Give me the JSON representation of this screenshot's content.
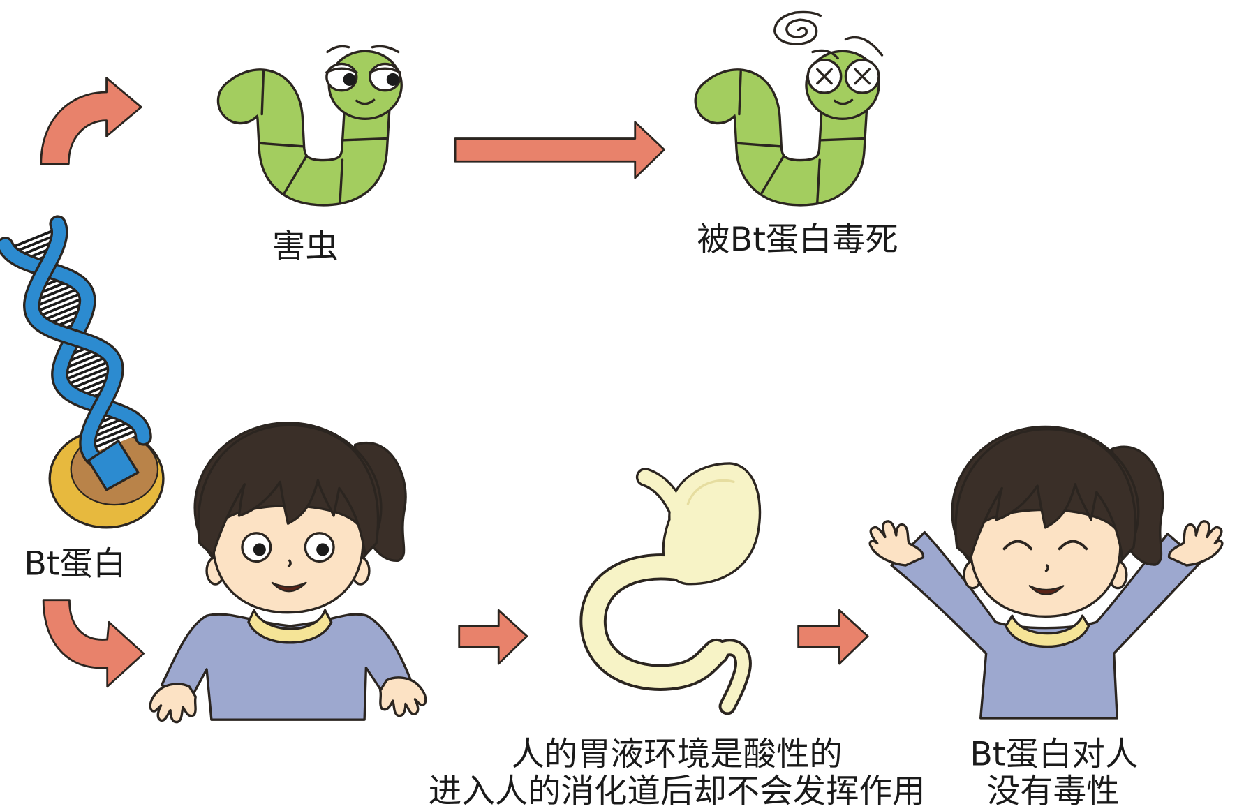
{
  "figure": {
    "top_row": {
      "pest_label": "害虫",
      "killed_label": "被Bt蛋白毒死"
    },
    "source": {
      "label": "Bt蛋白"
    },
    "bottom_row": {
      "stomach_caption": [
        "人的胃液环境是酸性的",
        "进入人的消化道后却不会发挥作用"
      ],
      "result_caption": [
        "Bt蛋白对人",
        "没有毒性"
      ]
    }
  },
  "icons": {
    "source": "dna-on-coin-icon",
    "pest": "green-worm-icon",
    "dead_pest": "dizzy-worm-icon",
    "person": "girl-icon",
    "organ": "stomach-icon",
    "happy_person": "happy-girl-icon",
    "arrow": "arrow-right-icon"
  },
  "colors": {
    "arrow": "#E8826B",
    "outline": "#2B2520",
    "worm": "#A3CD5F",
    "dna": "#2C8BD0",
    "coin": "#E7B93E",
    "coin_center": "#B98349",
    "skin": "#FCE2C4",
    "hair": "#3A2F28",
    "shirt": "#9DA8CF",
    "collar": "#F5E497",
    "stomach": "#F7F3C6",
    "text": "#1A1A1A"
  }
}
